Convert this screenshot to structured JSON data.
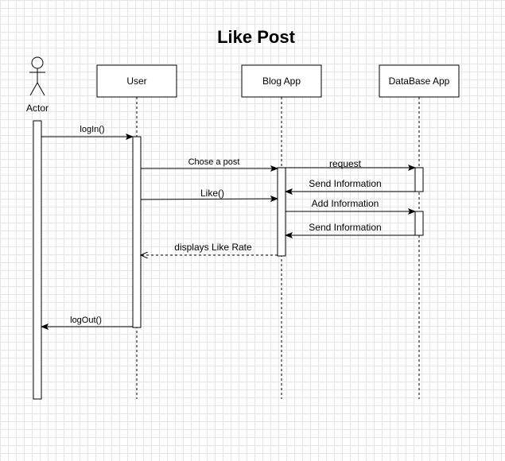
{
  "diagram": {
    "title": "Like Post",
    "actor": {
      "label": "Actor"
    },
    "participants": {
      "user": "User",
      "blog_app": "Blog App",
      "database_app": "DataBase App"
    },
    "messages": {
      "login": "logIn()",
      "chose_post": "Chose a post",
      "request": "request",
      "send_info_1": "Send Information",
      "like": "Like()",
      "add_info": "Add Information",
      "send_info_2": "Send Information",
      "displays_like_rate": "displays Like Rate",
      "logout": "logOut()"
    }
  }
}
